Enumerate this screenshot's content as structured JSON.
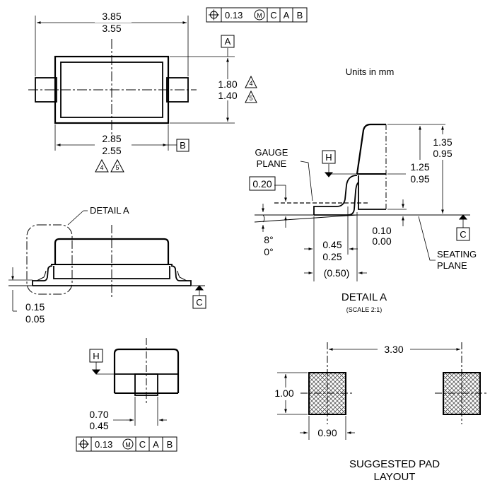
{
  "units_note": "Units in mm",
  "top_view": {
    "total_length": {
      "max": "3.85",
      "min": "3.55"
    },
    "body_width": {
      "max": "1.80",
      "min": "1.40"
    },
    "body_length": {
      "max": "2.85",
      "min": "2.55"
    },
    "note_refs": [
      "4",
      "5"
    ],
    "body_width_note_refs": [
      "4",
      "5"
    ],
    "datum_a": "A",
    "datum_b": "B",
    "fcf": {
      "tolerance": "0.13",
      "modifier": "M",
      "datums": [
        "C",
        "A",
        "B"
      ]
    }
  },
  "side_view": {
    "detail_label": "DETAIL A",
    "standoff": {
      "max": "0.15",
      "min": "0.05"
    },
    "datum_c": "C"
  },
  "detail_a": {
    "title": "DETAIL A",
    "scale": "(SCALE 2:1)",
    "gauge_plane_label": [
      "GAUGE",
      "PLANE"
    ],
    "gauge_height": "0.20",
    "datum_h": "H",
    "datum_c": "C",
    "overall_height": {
      "max": "1.35",
      "min": "0.95"
    },
    "body_height": {
      "max": "1.25",
      "min": "0.95"
    },
    "standoff": {
      "max": "0.10",
      "min": "0.00"
    },
    "angle": {
      "max": "8°",
      "min": "0°"
    },
    "foot_length": {
      "max": "0.45",
      "min": "0.25"
    },
    "ref_length": "(0.50)",
    "seating_plane_label": [
      "SEATING",
      "PLANE"
    ]
  },
  "end_view": {
    "datum_h": "H",
    "lead_width": {
      "max": "0.70",
      "min": "0.45"
    },
    "fcf": {
      "tolerance": "0.13",
      "modifier": "M",
      "datums": [
        "C",
        "A",
        "B"
      ]
    }
  },
  "pad_layout": {
    "pitch": "3.30",
    "pad_height": "1.00",
    "pad_width": "0.90",
    "title": [
      "SUGGESTED PAD",
      "LAYOUT"
    ]
  }
}
